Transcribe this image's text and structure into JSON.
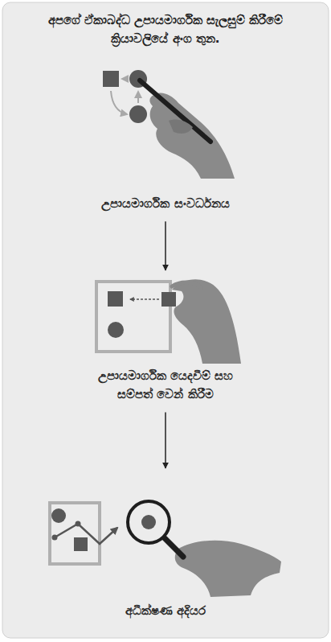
{
  "diagram": {
    "title": "අපගේ ඒකාබද්ධ උපායමාර්ගික සැලසුම් කිරීමේ ක්‍රියාවලියේ අංග තුන.",
    "nodes": [
      {
        "text": [
          "උපායමාර්ගික සංවර්ධනය"
        ]
      },
      {
        "text": [
          "උපායමාර්ගික යෙදවීම් සහ සම්පත් වෙන් කිරීම"
        ]
      },
      {
        "text": [
          "අධීක්ෂණ අදියර"
        ]
      }
    ],
    "edges": [
      {
        "from": 0,
        "to": 1,
        "arrow": "to"
      },
      {
        "from": 1,
        "to": 2,
        "arrow": "to"
      }
    ]
  }
}
